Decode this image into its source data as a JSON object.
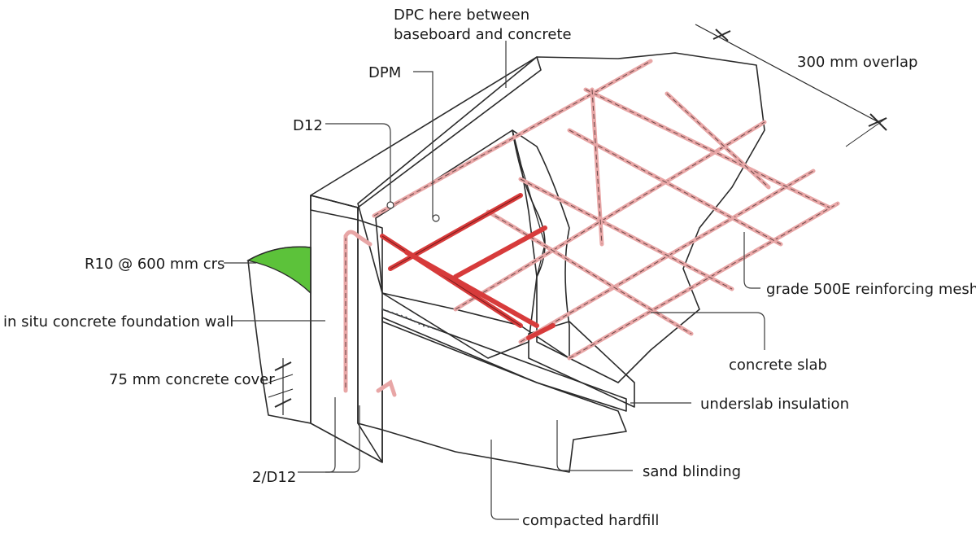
{
  "diagram": {
    "labels": {
      "dpc": [
        "DPC here between",
        "baseboard and concrete"
      ],
      "dpm": "DPM",
      "d12": "D12",
      "r10": "R10 @ 600 mm crs",
      "foundation_wall": "in situ concrete foundation wall",
      "cover": "75 mm concrete cover",
      "two_d12": "2/D12",
      "overlap": "300 mm overlap",
      "mesh": "grade 500E reinforcing mesh",
      "slab": "concrete slab",
      "insulation": "underslab insulation",
      "sand": "sand blinding",
      "hardfill": "compacted hardfill"
    },
    "colors": {
      "concrete": "#c9ced3",
      "concrete_dark": "#a9afb5",
      "dpm": "#6e7277",
      "mesh": "#e8a6a6",
      "rebar_red": "#d73b3b",
      "soil": "#c9a36a",
      "grass": "#5cc23a",
      "hardfill": "#e3c89c",
      "insulation": "#efe6c8"
    }
  }
}
